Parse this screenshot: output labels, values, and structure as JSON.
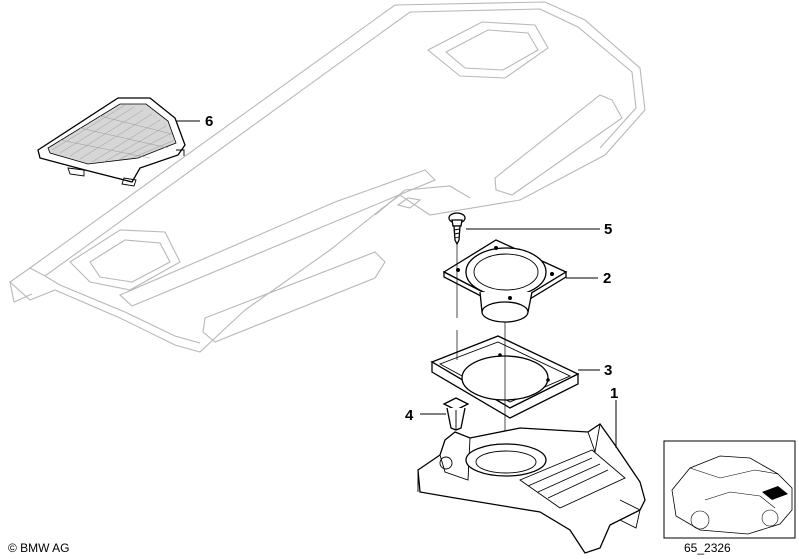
{
  "callouts": {
    "c1": "1",
    "c2": "2",
    "c3": "3",
    "c4": "4",
    "c5": "5",
    "c6": "6"
  },
  "footer": {
    "copyright": "© BMW AG",
    "diagram_id": "65_2326"
  },
  "colors": {
    "ink": "#000000",
    "ghost": "#b8b8b8",
    "background": "#ffffff"
  }
}
